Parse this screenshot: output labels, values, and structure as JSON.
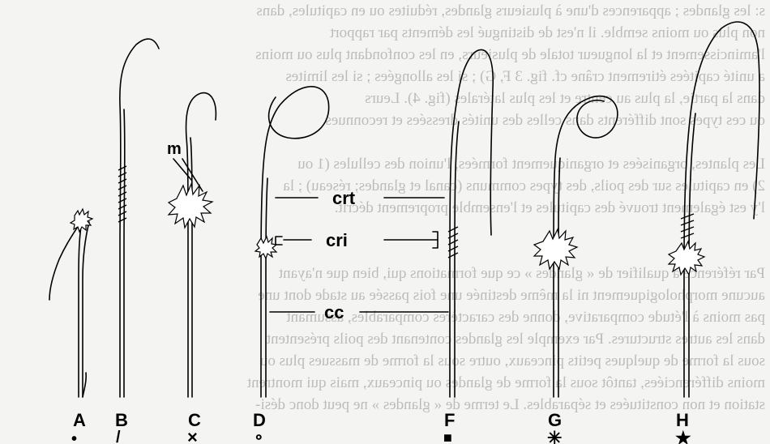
{
  "panels": [
    {
      "letter": "A",
      "symbol": "•"
    },
    {
      "letter": "B",
      "symbol": "/"
    },
    {
      "letter": "C",
      "symbol": "×"
    },
    {
      "letter": "D",
      "symbol": "∘"
    },
    {
      "letter": "F",
      "symbol": "■"
    },
    {
      "letter": "G",
      "symbol": "✳"
    },
    {
      "letter": "H",
      "symbol": "★"
    }
  ],
  "annotations": {
    "m": "m",
    "crt": "crt",
    "cri": "cri",
    "cc": "cc"
  },
  "bleed_through_text": [
    "s: les glandes ; apparences d'une à plusieurs glandes, réduites ou en capitules, dans",
    "non plus ou moins semble. il n'est de distingué les déments par rapport",
    "l'amincissement et la longueur totale de plusieurs, en les confondant plus ou moins",
    "a unité capitées étirement crâne cf. fig. 3 F, G) ; si les allongées ; si les limites",
    "dans la partie, la plus au centre et les plus latérales (fig. 4). Leurs",
    "ou ces types sont différents dans celles des unités dressées et reconnues",
    "",
    "Les plantes, organisées et organiquement formées, l'union des cellules (1 ou",
    "2) en capitules sur des poils, des types communs (canal et glandes; réseau) ; la",
    "l'y est également trouvé des capitules et l'ensemble proprement décrit.",
    "",
    "",
    "Par référence à qualifier de « glandes » ce que formations qui, bien que n'ayant",
    "aucune morphologiquement ni la même destinée une fois passée au stade dont une",
    "pas moins à l'étude comparative, donne des caractères comparables, assumant",
    "dans les autres structures. Par exemple les glandes contenant des poils présentent",
    "sous la forme de quelques petits pinceaux, outre sous la forme de massues plus ou",
    "moins différenciées, tantôt sous la forme de glandes ou pinceaux, mais qui montrent",
    "station et non constituées et séparables. Le terme de « glandes » ne peut donc dési-"
  ]
}
